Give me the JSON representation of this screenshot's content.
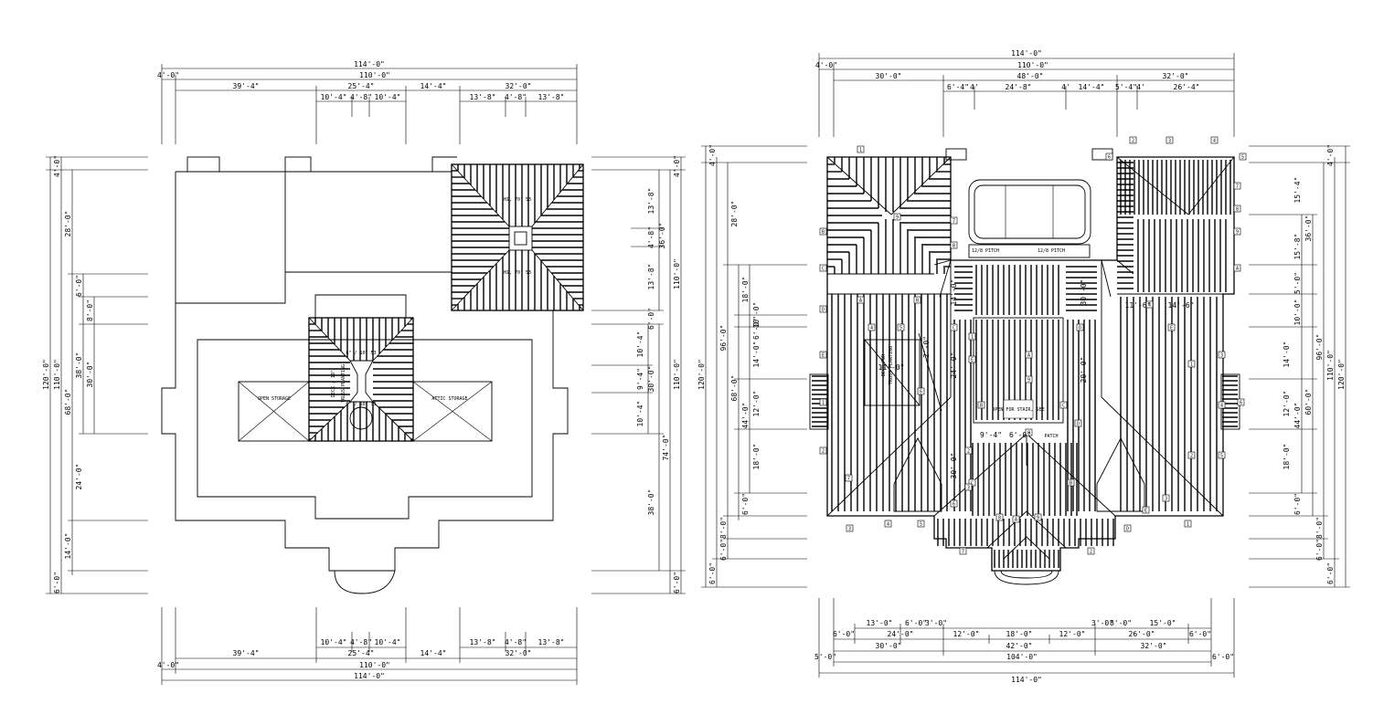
{
  "left_plan": {
    "top_dims": {
      "overall": "114'-0\"",
      "inner": "110'-0\"",
      "edge": "4'-0\"",
      "row2": [
        "39'-4\"",
        "25'-4\"",
        "14'-4\"",
        "32'-0\""
      ],
      "row3": [
        "10'-4\"",
        "4'-8\"",
        "10'-4\"",
        "13'-8\"",
        "4'-8\"",
        "13'-8\""
      ]
    },
    "bottom_dims": {
      "overall": "114'-0\"",
      "inner": "110'-0\"",
      "edge": "4'-0\"",
      "row2": [
        "39'-4\"",
        "25'-4\"",
        "14'-4\"",
        "32'-0\""
      ],
      "row3": [
        "10'-4\"",
        "4'-8\"",
        "10'-4\"",
        "13'-8\"",
        "4'-8\"",
        "13'-8\""
      ]
    },
    "left_dims": {
      "overall": "120'-0\"",
      "inner": "110'-0\"",
      "mid": "68'-0\"",
      "sub": "38'-0\"",
      "sub2": "30'-0\"",
      "items": [
        "4'-0\"",
        "28'-0\"",
        "6'-0\"",
        "8'-0\"",
        "24'-0\"",
        "14'-0\"",
        "6'-0\""
      ]
    },
    "right_dims": {
      "overall": "110'-0\"",
      "mid": "74'-0\"",
      "items": [
        "4'-0\"",
        "13'-8\"",
        "4'-8\"",
        "13'-8\"",
        "6'-0\"",
        "10'-4\"",
        "9'-4\"",
        "30'-0\"",
        "10'-4\"",
        "38'-0\"",
        "6'-0\"",
        "36'-0\"",
        "110'-0\""
      ]
    },
    "labels": {
      "hip_top": "H1, 70' 53",
      "hip_bottom": "H1, 70' 53",
      "center_top": "6\" / 10\" 53",
      "center_bottom": "6\" / 10\" 53",
      "vert_a": "DECK / 10\"",
      "vert_b": "TRUSS PLANTING",
      "left_wing": "OPEN STORAGE",
      "right_wing": "ATTIC STORAGE"
    }
  },
  "right_plan": {
    "top_dims": {
      "overall": "114'-0\"",
      "inner": "110'-0\"",
      "edge": "4'-0\"",
      "row2": [
        "30'-0\"",
        "48'-0\"",
        "32'-0\""
      ],
      "row3": [
        "6'-4\"",
        "4'",
        "24'-8\"",
        "4'",
        "14'-4\"",
        "5'-4\"",
        "4'",
        "26'-4\""
      ]
    },
    "bottom_dims": {
      "overall": "114'-0\"",
      "mid": "104'-0\"",
      "edge_l": "5'-0\"",
      "edge_r": "6'-0\"",
      "row2": [
        "30'-0\"",
        "42'-0\"",
        "32'-0\""
      ],
      "row3": [
        "6'-0\"",
        "24'-0\"",
        "12'-0\"",
        "18'-0\"",
        "12'-0\"",
        "26'-0\"",
        "6'-0\""
      ],
      "row4": [
        "13'-0\"",
        "6'-0\"",
        "3'-0\"",
        "3'-0\"",
        "8'-0\"",
        "15'-0\""
      ]
    },
    "left_dims": {
      "overall": "120'-0\"",
      "inner": "96'-0\"",
      "mid": "68'-0\"",
      "sub": "44'-0\"",
      "items": [
        "4'-0\"",
        "28'-0\"",
        "18'-0\"",
        "10'-0\"",
        "6'-0\"",
        "14'-0\"",
        "12'-0\"",
        "18'-0\"",
        "6'-0\"",
        "8'-0\"",
        "6'-0\"",
        "6'-0\""
      ]
    },
    "right_dims": {
      "overall": "120'-0\"",
      "inner": "110'-0\"",
      "mid": "96'-0\"",
      "sub": "60'-0\"",
      "sub2": "36'-0\"",
      "sub3": "44'-0\"",
      "items": [
        "4'-0\"",
        "15'-4\"",
        "15'-8\"",
        "5'-0\"",
        "10'-0\"",
        "14'-0\"",
        "12'-0\"",
        "18'-0\"",
        "6'-0\"",
        "8'-0\"",
        "6'-0\"",
        "6'-0\""
      ]
    },
    "labels": {
      "porch_left": "12/8 PITCH",
      "porch_right": "12/8 PITCH",
      "stair": "OPEN FOR STAIR, SEE",
      "note_a": "11'-0\"",
      "note_b": "11'-6\"",
      "note_c": "14'-6\"",
      "note_d": "24'-0\"",
      "note_e": "30'-0\"",
      "note_f": "20'-0\"",
      "note_g": "9'-4\"",
      "note_h": "6'-0\"",
      "note_i": "14'-0\"",
      "note_j": "30'-0\"",
      "note_k": "2'-0\"",
      "note_l": "PATCH",
      "note_m": "DECK FOR",
      "note_n": "TRUSS PLANTING"
    },
    "tag_numbers": [
      "1",
      "2",
      "3",
      "4",
      "5",
      "6",
      "7",
      "8",
      "9",
      "A",
      "B",
      "C",
      "D",
      "E"
    ]
  }
}
